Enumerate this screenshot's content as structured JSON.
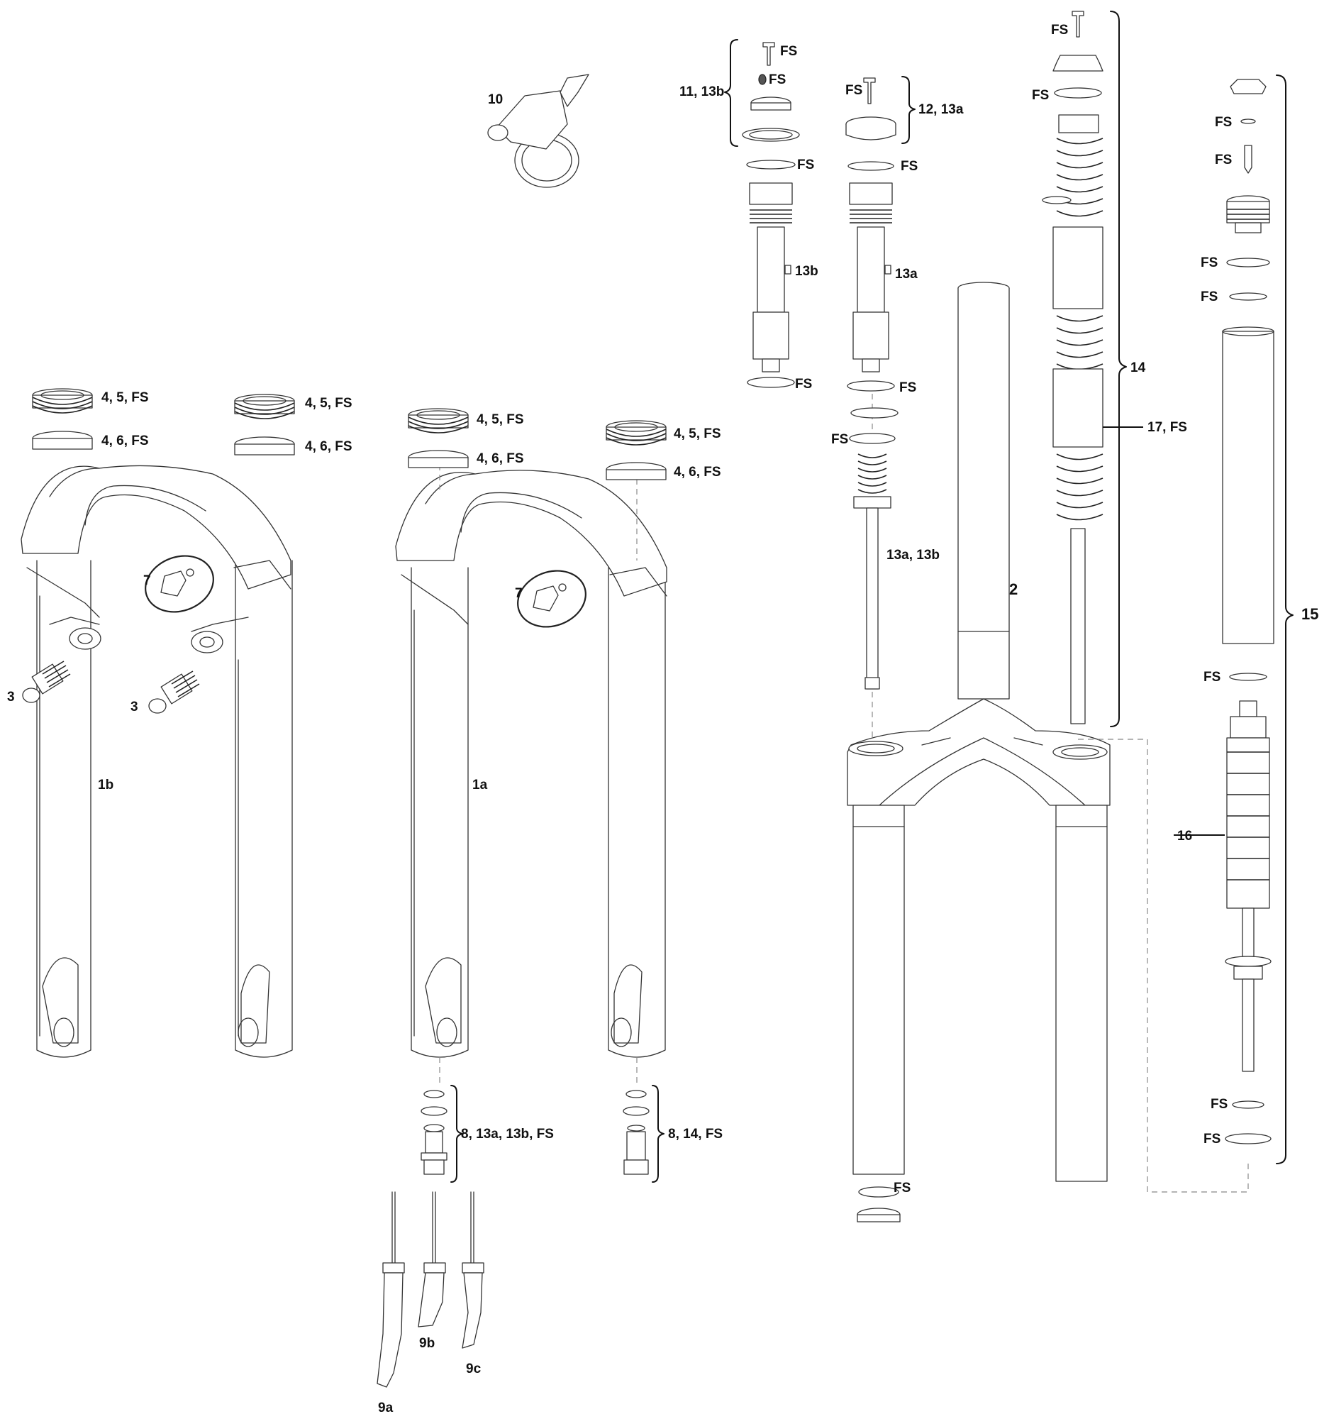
{
  "labels": {
    "l10": "10",
    "l11": "11, 13b",
    "l12": "12, 13a",
    "l13a_cart": "13a",
    "l13b_cart": "13b",
    "l13ab": "13a, 13b",
    "l14": "14",
    "l15": "15",
    "l16": "16",
    "l17": "17, FS",
    "l2": "2",
    "l1a": "1a",
    "l1b": "1b",
    "l3": "3",
    "l7": "7",
    "l45": "4, 5, FS",
    "l46": "4, 6, FS",
    "l8a": "8, 13a, 13b, FS",
    "l8b": "8, 14, FS",
    "l9a": "9a",
    "l9b": "9b",
    "l9c": "9c",
    "fs": "FS"
  }
}
